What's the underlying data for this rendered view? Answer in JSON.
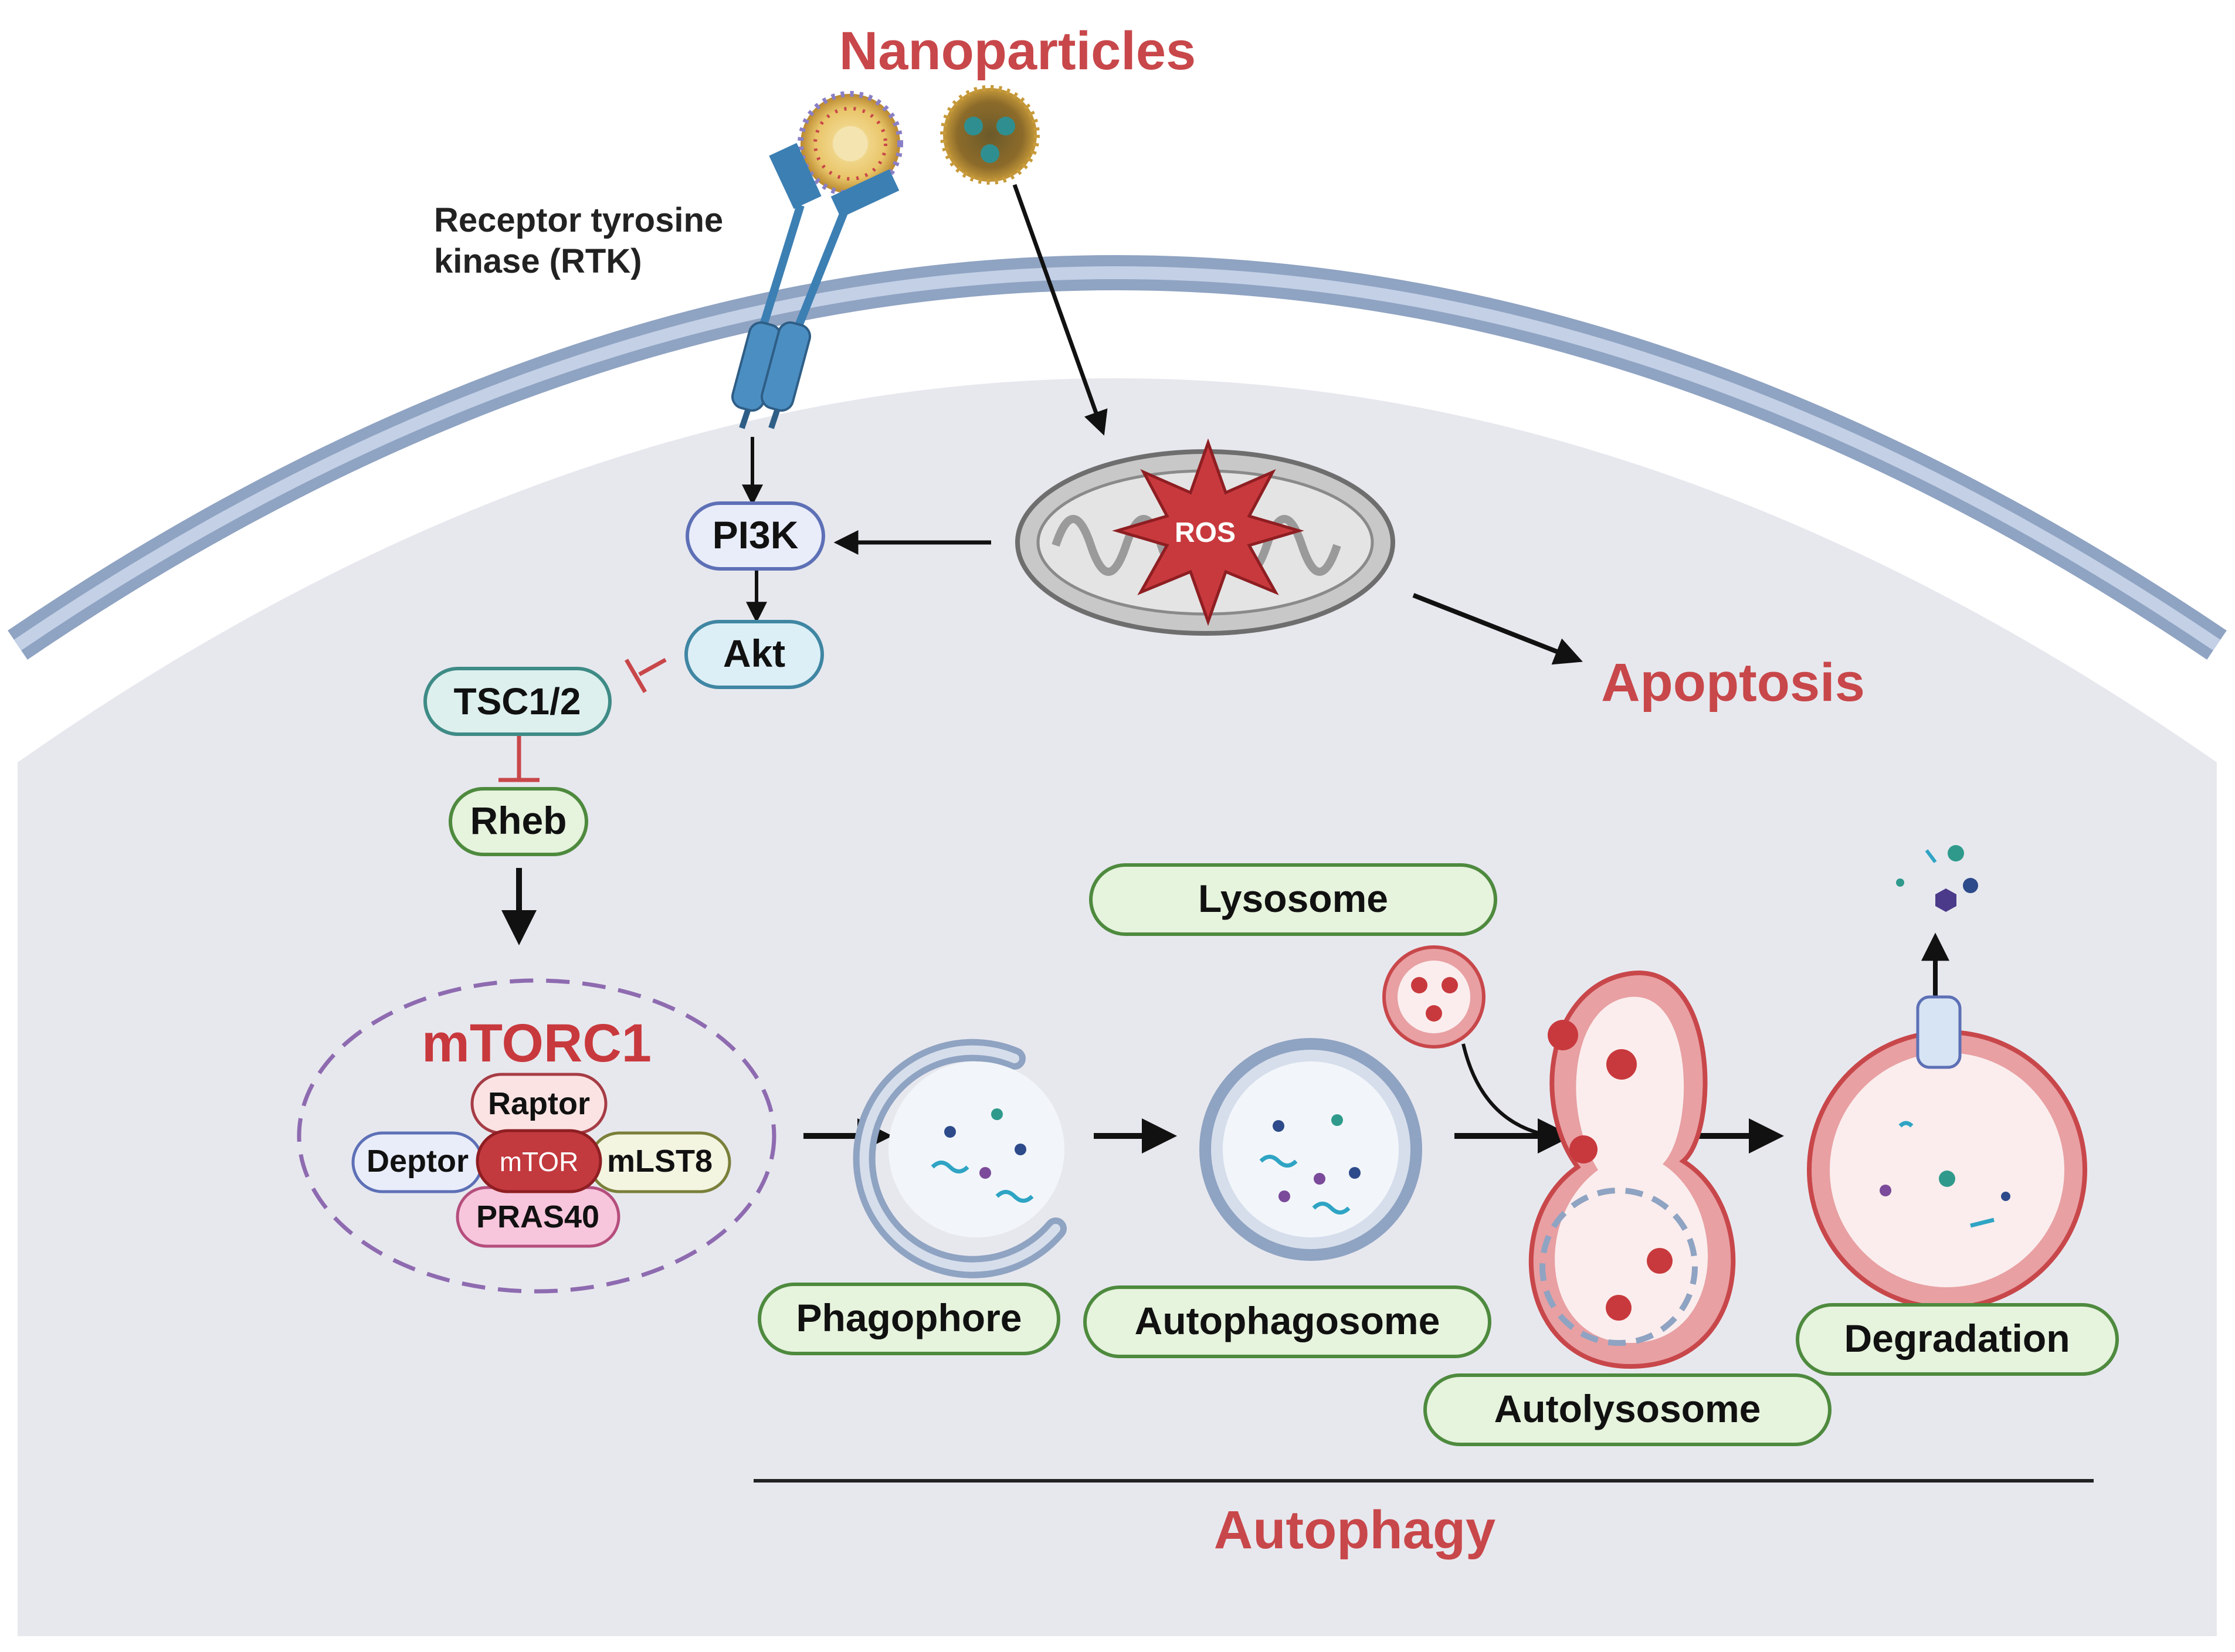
{
  "title": "Nanoparticles",
  "receptor_label_line1": "Receptor tyrosine",
  "receptor_label_line2": "kinase (RTK)",
  "nodes": {
    "pi3k": "PI3K",
    "akt": "Akt",
    "tsc": "TSC1/2",
    "rheb": "Rheb",
    "ros": "ROS",
    "apoptosis": "Apoptosis"
  },
  "mtorc1": {
    "title": "mTORC1",
    "raptor": "Raptor",
    "mtor": "mTOR",
    "deptor": "Deptor",
    "mlst8": "mLST8",
    "pras40": "PRAS40"
  },
  "stages": {
    "lysosome": "Lysosome",
    "phagophore": "Phagophore",
    "autophagosome": "Autophagosome",
    "autolysosome": "Autolysosome",
    "degradation": "Degradation"
  },
  "process_label": "Autophagy",
  "colors": {
    "accent_red": "#C8474A",
    "membrane": "#8FA3C2",
    "cytoplasm": "#E7E8EE",
    "green_fill": "#E6F3DD",
    "green_stroke": "#4E8A3E",
    "blue_fill": "#E9EDFA",
    "blue_stroke": "#5D70B6",
    "teal_fill": "#DDF0EE",
    "teal_stroke": "#3F8B86",
    "mtorc1_dash": "#8E6BB0"
  }
}
